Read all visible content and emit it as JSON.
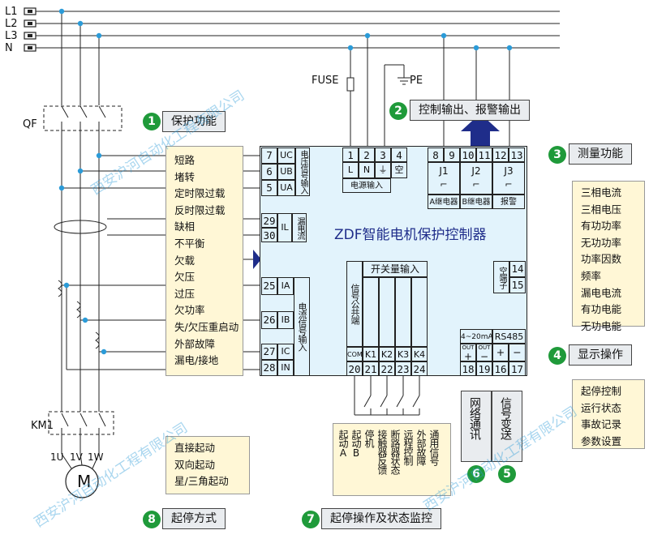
{
  "phases": [
    "L1",
    "L2",
    "L3",
    "N"
  ],
  "qf_label": "QF",
  "km1_label": "KM1",
  "motor_terminals": [
    "1U",
    "1V",
    "1W"
  ],
  "motor_symbol": "M",
  "fuse_label": "FUSE",
  "pe_label": "PE",
  "controller_title": "ZDF智能电机保护控制器",
  "sections": [
    {
      "num": "1",
      "title": "保护功能"
    },
    {
      "num": "2",
      "title": "控制输出、报警输出"
    },
    {
      "num": "3",
      "title": "测量功能"
    },
    {
      "num": "4",
      "title": "显示操作"
    },
    {
      "num": "5",
      "title": "信号变送"
    },
    {
      "num": "6",
      "title": "网络通讯"
    },
    {
      "num": "7",
      "title": "起停操作及状态监控"
    },
    {
      "num": "8",
      "title": "起停方式"
    }
  ],
  "protection_functions": [
    "短路",
    "堵转",
    "定时限过载",
    "反时限过载",
    "缺相",
    "不平衡",
    "欠载",
    "欠压",
    "过压",
    "欠功率",
    "失/欠压重启动",
    "外部故障",
    "漏电/接地"
  ],
  "measurement_functions": [
    "三相电流",
    "三相电压",
    "有功功率",
    "无功功率",
    "功率因数",
    "频率",
    "漏电电流",
    "有功电能",
    "无功电能"
  ],
  "display_functions": [
    "起停控制",
    "运行状态",
    "事故记录",
    "参数设置"
  ],
  "start_modes": [
    "直接起动",
    "双向起动",
    "星/三角起动"
  ],
  "voltage_terminals": [
    {
      "num": "7",
      "name": "UC"
    },
    {
      "num": "6",
      "name": "UB"
    },
    {
      "num": "5",
      "name": "UA"
    }
  ],
  "voltage_group_label": "电压信号输入",
  "leakage_terminals": [
    "29",
    "30"
  ],
  "leakage_name": "IL",
  "leakage_group_label": "漏电流",
  "current_terminals": [
    {
      "num": "25",
      "name": "IA"
    },
    {
      "num": "26",
      "name": "IB"
    },
    {
      "num": "27",
      "name": "IC"
    },
    {
      "num": "28",
      "name": "IN"
    }
  ],
  "current_group_label": "电流信号输入",
  "power_terminals": [
    "1",
    "2",
    "3",
    "4"
  ],
  "power_names": [
    "L",
    "N",
    "⏚",
    "空"
  ],
  "power_group_label": "电源输入",
  "relay_terminals": [
    "8",
    "9",
    "10",
    "11",
    "12",
    "13"
  ],
  "relays": [
    {
      "name": "J1",
      "label": "A继电器"
    },
    {
      "name": "J2",
      "label": "B继电器"
    },
    {
      "name": "J3",
      "label": "报警"
    }
  ],
  "spare_terminals": [
    "14",
    "15"
  ],
  "spare_label": "空端子",
  "switch_group_label": "开关量输入",
  "common_label": "信号公共端",
  "switch_inputs": [
    "COM",
    "K1",
    "K2",
    "K3",
    "K4"
  ],
  "switch_terminals": [
    "20",
    "21",
    "22",
    "23",
    "24"
  ],
  "analog_label": "4~20mA",
  "rs485_label": "RS485",
  "out_label": "OUT",
  "signs": [
    "+",
    "−",
    "+",
    "−"
  ],
  "bottom_terminals": [
    "18",
    "19",
    "16",
    "17"
  ],
  "switch_functions": [
    "起动A",
    "起动B",
    "停机",
    "接触器反馈",
    "断路器状态",
    "远程控制",
    "外部故障",
    "通用信号"
  ],
  "watermark": "西安沪河自动化工程有限公司",
  "colors": {
    "controller_fill": "#e2f3fc",
    "function_fill": "#fff7d6",
    "badge": "#1f9a3a",
    "arrow": "#1f2d8a",
    "wire_dot": "#2b9bd8"
  }
}
